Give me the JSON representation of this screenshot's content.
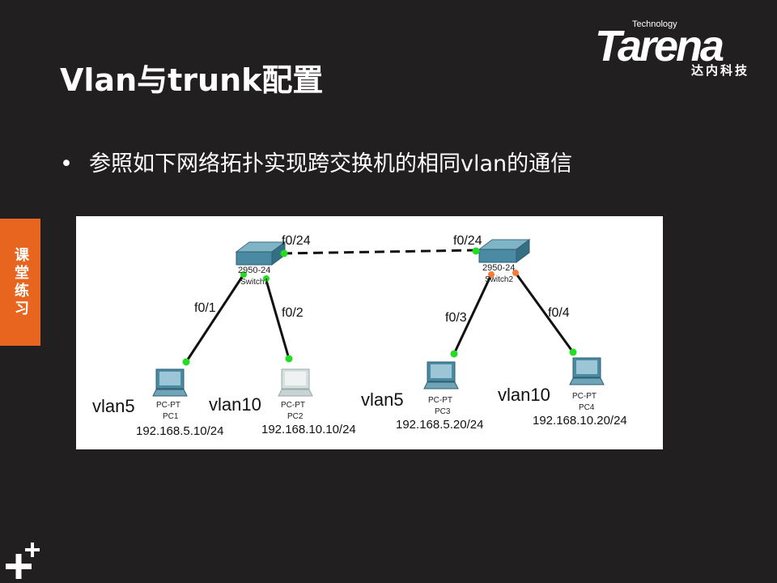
{
  "logo": {
    "technology": "Technology",
    "brand": "Tarena",
    "cn": "达内科技"
  },
  "title": "Vlan与trunk配置",
  "bullet": "参照如下网络拓扑实现跨交换机的相同vlan的通信",
  "side_tab": "课堂练习",
  "topology": {
    "switches": [
      {
        "model": "2950-24",
        "name": "Switch1"
      },
      {
        "model": "2950-24",
        "name": "Switch2"
      }
    ],
    "trunk": {
      "left_port": "f0/24",
      "right_port": "f0/24"
    },
    "links": [
      {
        "port": "f0/1"
      },
      {
        "port": "f0/2"
      },
      {
        "port": "f0/3"
      },
      {
        "port": "f0/4"
      }
    ],
    "pcs": [
      {
        "type": "PC-PT",
        "name": "PC1",
        "vlan": "vlan5",
        "ip": "192.168.5.10/24"
      },
      {
        "type": "PC-PT",
        "name": "PC2",
        "vlan": "vlan10",
        "ip": "192.168.10.10/24"
      },
      {
        "type": "PC-PT",
        "name": "PC3",
        "vlan": "vlan5",
        "ip": "192.168.5.20/24"
      },
      {
        "type": "PC-PT",
        "name": "PC4",
        "vlan": "vlan10",
        "ip": "192.168.10.20/24"
      }
    ]
  },
  "colors": {
    "background": "#221f20",
    "accent": "#e8651f",
    "link_up": "#22dd22",
    "link_down": "#ff7a33"
  }
}
